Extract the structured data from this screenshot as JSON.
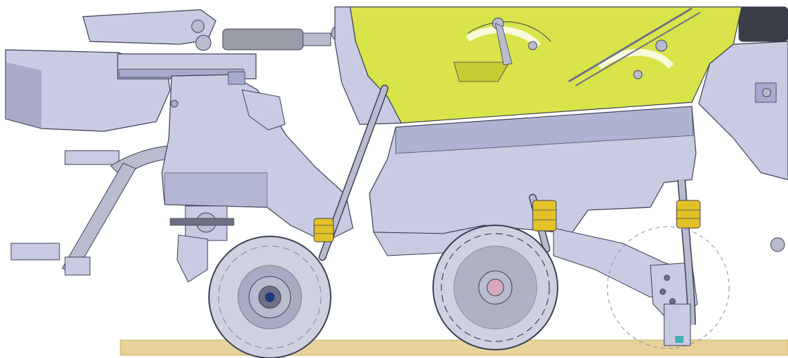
{
  "diagram": {
    "subject": "",
    "colors": {
      "background": "#ffffff",
      "frame": "#c9cbe3",
      "frame_dark": "#a7aacb",
      "frame_shadow": "#8d90b0",
      "outline": "#3b3f55",
      "hopper": "#d9e34a",
      "hopper_shade": "#c3cd32",
      "steel": "#b9bccf",
      "steel_dark": "#6e7186",
      "spring": "#e2c227",
      "wheel": "#cfd1e0",
      "wheel_dark": "#8a8da8",
      "hub_pink": "#d9a9c3",
      "ground": "#e7d29a",
      "ground_edge": "#c9ad62",
      "hydraulic": "#9a9ca8",
      "dark_tube": "#3a3d48"
    },
    "components": [
      {
        "id": "front-hitch-frame",
        "kind": "frame"
      },
      {
        "id": "depth-arm-upper",
        "kind": "arm"
      },
      {
        "id": "depth-arm-lower",
        "kind": "arm"
      },
      {
        "id": "hydraulic-cylinder",
        "kind": "cylinder"
      },
      {
        "id": "hopper-panel",
        "kind": "hopper"
      },
      {
        "id": "coulter-body",
        "kind": "frame"
      },
      {
        "id": "main-body",
        "kind": "frame"
      },
      {
        "id": "front-wheel",
        "kind": "wheel"
      },
      {
        "id": "middle-wheel",
        "kind": "wheel"
      },
      {
        "id": "rear-wheel",
        "kind": "wheel-ghost"
      },
      {
        "id": "spring-left",
        "kind": "spring"
      },
      {
        "id": "spring-mid",
        "kind": "spring"
      },
      {
        "id": "spring-right",
        "kind": "spring"
      },
      {
        "id": "ground-strip",
        "kind": "ground"
      }
    ]
  }
}
